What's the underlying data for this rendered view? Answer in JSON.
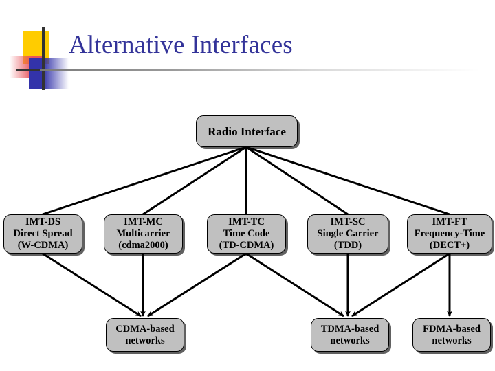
{
  "slide": {
    "title": "Alternative Interfaces",
    "background_color": "#ffffff",
    "title_color": "#333399",
    "logo": {
      "yellow_color": "#FFCC00",
      "red_color": "#E8545B",
      "blue_color": "#3333AA",
      "crosshair_color": "#333333"
    }
  },
  "chart_data": {
    "type": "diagram",
    "title": "Alternative Interfaces",
    "layout": "hierarchical-tree",
    "node_fill_color": "#C0C0C0",
    "node_border_color": "#000000",
    "edge_color": "#000000",
    "nodes": [
      {
        "id": "root",
        "level": 0,
        "lines": [
          "Radio Interface"
        ]
      },
      {
        "id": "imt-ds",
        "level": 1,
        "lines": [
          "IMT-DS",
          "Direct Spread",
          "(W-CDMA)"
        ]
      },
      {
        "id": "imt-mc",
        "level": 1,
        "lines": [
          "IMT-MC",
          "Multicarrier",
          "(cdma2000)"
        ]
      },
      {
        "id": "imt-tc",
        "level": 1,
        "lines": [
          "IMT-TC",
          "Time Code",
          "(TD-CDMA)"
        ]
      },
      {
        "id": "imt-sc",
        "level": 1,
        "lines": [
          "IMT-SC",
          "Single Carrier",
          "(TDD)"
        ]
      },
      {
        "id": "imt-ft",
        "level": 1,
        "lines": [
          "IMT-FT",
          "Frequency-Time",
          "(DECT+)"
        ]
      },
      {
        "id": "cdma",
        "level": 2,
        "lines": [
          "CDMA-based",
          "networks"
        ]
      },
      {
        "id": "tdma",
        "level": 2,
        "lines": [
          "TDMA-based",
          "networks"
        ]
      },
      {
        "id": "fdma",
        "level": 2,
        "lines": [
          "FDMA-based",
          "networks"
        ]
      }
    ],
    "edges": [
      {
        "from": "root",
        "to": "imt-ds",
        "arrow": false
      },
      {
        "from": "root",
        "to": "imt-mc",
        "arrow": false
      },
      {
        "from": "root",
        "to": "imt-tc",
        "arrow": false
      },
      {
        "from": "root",
        "to": "imt-sc",
        "arrow": false
      },
      {
        "from": "root",
        "to": "imt-ft",
        "arrow": false
      },
      {
        "from": "imt-ds",
        "to": "cdma",
        "arrow": true
      },
      {
        "from": "imt-mc",
        "to": "cdma",
        "arrow": true
      },
      {
        "from": "imt-tc",
        "to": "cdma",
        "arrow": true
      },
      {
        "from": "imt-tc",
        "to": "tdma",
        "arrow": true
      },
      {
        "from": "imt-sc",
        "to": "tdma",
        "arrow": true
      },
      {
        "from": "imt-ft",
        "to": "tdma",
        "arrow": true
      },
      {
        "from": "imt-ft",
        "to": "fdma",
        "arrow": true
      }
    ]
  }
}
